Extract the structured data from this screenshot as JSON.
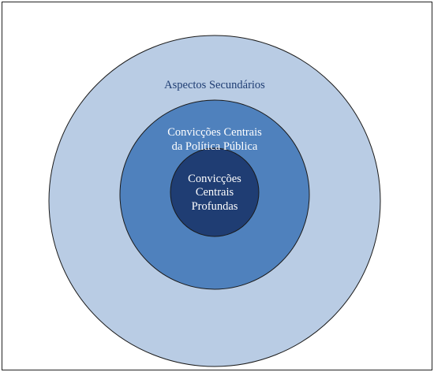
{
  "rings": {
    "outer": {
      "label": "Aspectos Secundários",
      "fill": "#b9cce4",
      "text_color": "#1f3d73"
    },
    "middle": {
      "label_line1": "Convicções Centrais",
      "label_line2": "da Política Pública",
      "fill": "#4f81bd",
      "text_color": "#ffffff"
    },
    "inner": {
      "label_line1": "Convicções",
      "label_line2": "Centrais",
      "label_line3": "Profundas",
      "fill": "#1f3d73",
      "text_color": "#ffffff"
    },
    "stroke": "#1a1a1a"
  }
}
